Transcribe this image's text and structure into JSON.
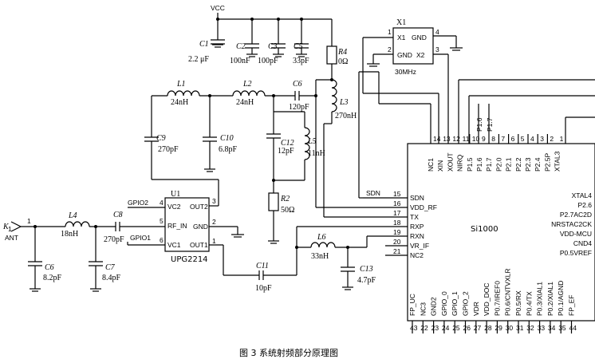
{
  "title": "图 3   系统射频部分原理图",
  "vcc": "VCC",
  "ant": {
    "ref": "K",
    "sub": "1",
    "label": "ANT"
  },
  "caps": {
    "c1": {
      "ref": "C1",
      "val": "2.2 μF"
    },
    "c2": {
      "ref": "C2",
      "val": "100nF"
    },
    "c3": {
      "ref": "C3",
      "val": "100pF"
    },
    "c5": {
      "ref": "C5",
      "val": "33pF"
    },
    "c6": {
      "ref": "C6",
      "val": "120pF"
    },
    "c7": {
      "ref": "C7",
      "val": "8.4pF"
    },
    "c8": {
      "ref": "C8",
      "val": "270pF"
    },
    "c9": {
      "ref": "C9",
      "val": "270pF"
    },
    "c10": {
      "ref": "C10",
      "val": "6.8pF"
    },
    "c11": {
      "ref": "C11",
      "val": "10pF"
    },
    "c12": {
      "ref": "C12",
      "val": "12pF"
    },
    "c13": {
      "ref": "C13",
      "val": "4.7pF"
    },
    "c6b": {
      "ref": "C6",
      "val": "8.2pF"
    }
  },
  "inductors": {
    "l1": {
      "ref": "L1",
      "val": "24nH"
    },
    "l2": {
      "ref": "L2",
      "val": "24nH"
    },
    "l3": {
      "ref": "L3",
      "val": "270nH"
    },
    "l4": {
      "ref": "L4",
      "val": "18nH"
    },
    "l5": {
      "ref": "L5",
      "val": "11nH"
    },
    "l6": {
      "ref": "L6",
      "val": "33nH"
    }
  },
  "resistors": {
    "r2": {
      "ref": "R2",
      "val": "50Ω"
    },
    "r4": {
      "ref": "R4",
      "val": "0Ω"
    }
  },
  "crystal": {
    "ref": "X1",
    "freq": "30MHz",
    "p1": "X1",
    "p2": "GND",
    "p3": "X2",
    "p4": "GND",
    "n1": "1",
    "n2": "2",
    "n3": "3",
    "n4": "4"
  },
  "u1": {
    "ref": "U1",
    "name": "UPG2214",
    "vc2": "VC2",
    "vc1": "VC1",
    "rfin": "RF_IN",
    "gnd": "GND",
    "out1": "OUT1",
    "out2": "OUT2",
    "p1": "1",
    "p2": "2",
    "p3": "3",
    "p4": "4",
    "p5": "5",
    "p6": "6"
  },
  "gpio": {
    "g2": "GPIO2",
    "g1": "GPIO1"
  },
  "nodes": {
    "n1": "1"
  },
  "si": {
    "name": "Si1000",
    "left_pins": [
      {
        "num": "15",
        "name": "SDN",
        "net": "SDN"
      },
      {
        "num": "16",
        "name": "VDD_RF"
      },
      {
        "num": "17",
        "name": "TX"
      },
      {
        "num": "18",
        "name": "RXP"
      },
      {
        "num": "19",
        "name": "RXN"
      },
      {
        "num": "20",
        "name": "VR_IF"
      },
      {
        "num": "21",
        "name": "NC2"
      }
    ],
    "top_pins": [
      {
        "num": "14",
        "name": "NC1"
      },
      {
        "num": "13",
        "name": "XIN"
      },
      {
        "num": "12",
        "name": "XOUT"
      },
      {
        "num": "11",
        "name": "NIRQ"
      },
      {
        "num": "10",
        "name": "P1.5"
      },
      {
        "num": "9",
        "name": "P1.6"
      },
      {
        "num": "8",
        "name": "P1.7"
      },
      {
        "num": "7",
        "name": "P2.0"
      },
      {
        "num": "6",
        "name": "P2.1"
      },
      {
        "num": "5",
        "name": "P2.2"
      },
      {
        "num": "4",
        "name": "P2.3"
      },
      {
        "num": "3",
        "name": "P2.4"
      },
      {
        "num": "2",
        "name": "P2.5P"
      },
      {
        "num": "1",
        "name": "XTAL3"
      }
    ],
    "top_ext": [
      "P1.6",
      "P1.7"
    ],
    "right_pins": [
      "XTAL4",
      "P2.6",
      "P2.7AC2D",
      "NRSTAC2CK",
      "VDD-MCU",
      "CND4",
      "P0.5VREF"
    ],
    "bottom_pins": [
      {
        "num": "43",
        "name": "FP_UC"
      },
      {
        "num": "22",
        "name": "NC3"
      },
      {
        "num": "23",
        "name": "GND2"
      },
      {
        "num": "24",
        "name": "GPIO_0"
      },
      {
        "num": "25",
        "name": "GPIO_1"
      },
      {
        "num": "26",
        "name": "GPIO_2"
      },
      {
        "num": "27",
        "name": "VDR"
      },
      {
        "num": "28",
        "name": "VDD_DOC"
      },
      {
        "num": "29",
        "name": "P0.7/IREF0"
      },
      {
        "num": "30",
        "name": "P0.6/CNTVXLR"
      },
      {
        "num": "31",
        "name": "P0.5/RX"
      },
      {
        "num": "32",
        "name": "P0.4/TX"
      },
      {
        "num": "33",
        "name": "P0.3/XIAL1"
      },
      {
        "num": "34",
        "name": "P0.2/XIAL1"
      },
      {
        "num": "35",
        "name": "P0.1/AGND"
      },
      {
        "num": "44",
        "name": "FP_EF"
      }
    ]
  }
}
